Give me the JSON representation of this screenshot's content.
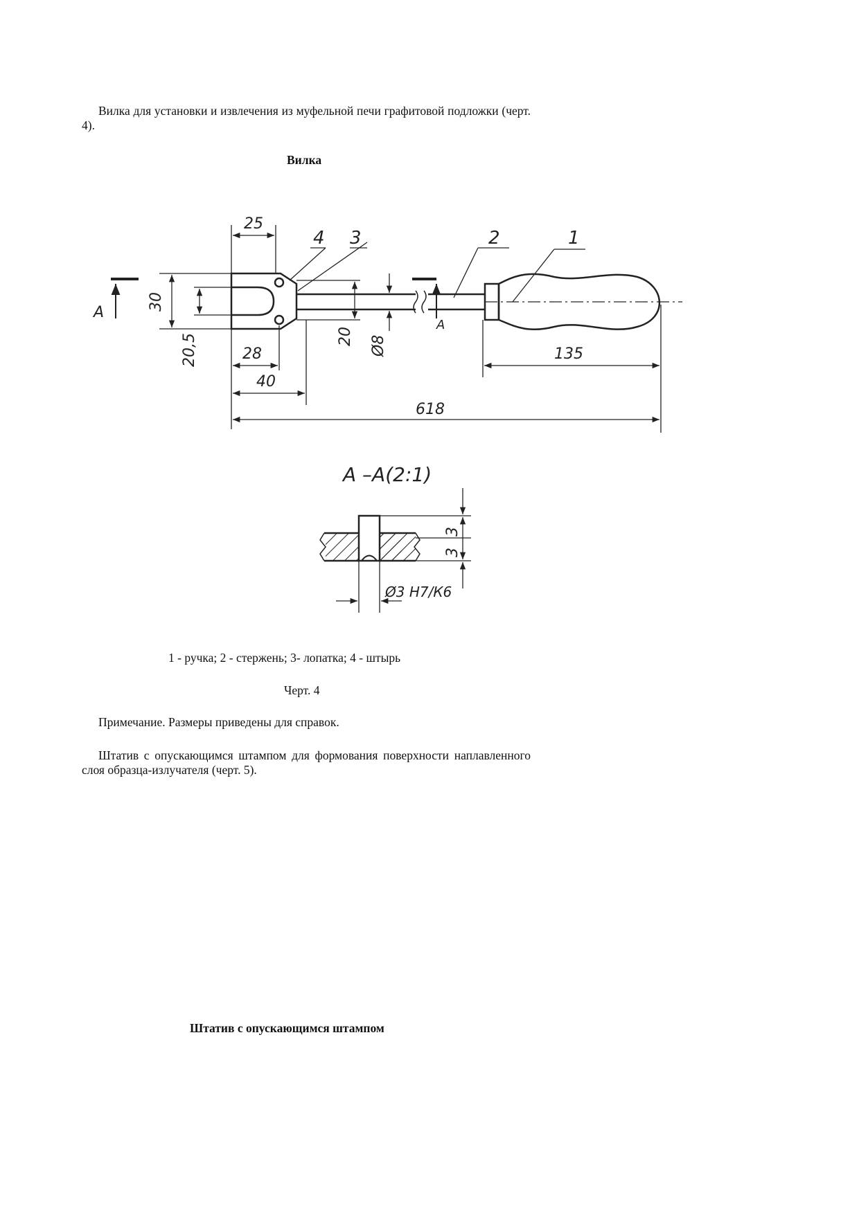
{
  "intro_paragraph": "Вилка для установки и извлечения из муфельной печи графитовой подложки (черт. 4).",
  "figure_title": "Вилка",
  "drawing": {
    "dims": {
      "d25": "25",
      "d30": "30",
      "d20_5": "20,5",
      "d28": "28",
      "d40": "40",
      "d20": "20",
      "d8": "Ø8",
      "d135": "135",
      "d618": "618"
    },
    "callouts": {
      "c1": "1",
      "c2": "2",
      "c3": "3",
      "c4": "4"
    },
    "section_mark": "А",
    "section_title": "А –А(2:1)",
    "section_dims": {
      "h1": "3",
      "h2": "3",
      "fit": "Ø3 Н7/К6"
    }
  },
  "legend": "1 - ручка; 2 - стержень; 3- лопатка; 4 - штырь",
  "figure_caption": "Черт. 4",
  "note": "Примечание. Размеры приведены для справок.",
  "second_paragraph": "Штатив с опускающимся штампом для формования поверхности наплавленного слоя образца-излучателя (черт. 5).",
  "second_title": "Штатив с опускающимся штампом"
}
